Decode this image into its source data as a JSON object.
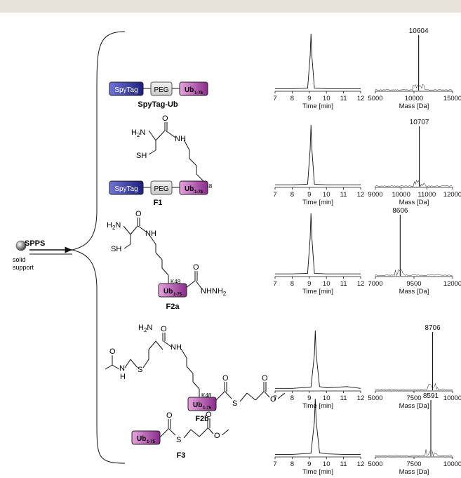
{
  "start": {
    "label": "SPPS",
    "support_line1": "solid",
    "support_line2": "support"
  },
  "tag": {
    "spytag": "SpyTag",
    "peg": "PEG",
    "ub": "Ub",
    "ub_sub_76": "1-76",
    "ub_sub_75": "1-75"
  },
  "chem": {
    "h2n": "H2N",
    "nh": "NH",
    "n": "N",
    "h": "H",
    "sh": "SH",
    "s": "S",
    "o": "O",
    "k48": "K48",
    "nhnh2": "NHNH2"
  },
  "compounds": [
    {
      "label": "SpyTag-Ub"
    },
    {
      "label": "F1"
    },
    {
      "label": "F2a"
    },
    {
      "label": "F2b"
    },
    {
      "label": "F3"
    }
  ],
  "lc_axis_label": "Time [min]",
  "ms_axis_label": "Mass [Da]",
  "lc_ticks": [
    "7",
    "8",
    "9",
    "10",
    "11",
    "12"
  ],
  "ms_ticks": [
    [
      "5000",
      "10000",
      "15000"
    ],
    [
      "9000",
      "10000",
      "11000",
      "12000"
    ],
    [
      "7000",
      "9500",
      "12000"
    ],
    [
      "5000",
      "7500",
      "10000"
    ],
    [
      "5000",
      "7500",
      "10000"
    ]
  ],
  "ms_peaks": [
    "10604",
    "10707",
    "8606",
    "8706",
    "8591"
  ],
  "colors": {
    "spytag_fill": "#3a3ca0",
    "peg_fill": "#d9d9d9",
    "ub_fill": "#b04aa8",
    "ink": "#111111",
    "topbar": "#e8e3d8"
  },
  "chart_data": [
    {
      "type": "line",
      "title": "",
      "xlabel": "Time [min]",
      "ylabel": "",
      "xlim": [
        7,
        12
      ],
      "series": [
        {
          "x": [
            7,
            8,
            8.9,
            9.05,
            9.1,
            9.15,
            9.3,
            10,
            11,
            12
          ],
          "y": [
            0.02,
            0.02,
            0.03,
            0.6,
            1.0,
            0.6,
            0.03,
            0.02,
            0.02,
            0.02
          ]
        }
      ]
    },
    {
      "type": "line",
      "title": "",
      "xlabel": "Mass [Da]",
      "ylabel": "",
      "xlim": [
        5000,
        15000
      ],
      "series": [
        {
          "x": [
            5000,
            10604,
            15000
          ],
          "y": [
            0.01,
            1.0,
            0.01
          ]
        }
      ],
      "annotations": [
        "10604"
      ]
    },
    {
      "type": "line",
      "title": "",
      "xlabel": "Time [min]",
      "ylabel": "",
      "xlim": [
        7,
        12
      ],
      "series": [
        {
          "x": [
            7,
            8,
            8.9,
            9.05,
            9.1,
            9.15,
            9.3,
            10,
            11,
            12
          ],
          "y": [
            0.02,
            0.02,
            0.03,
            0.6,
            1.0,
            0.6,
            0.03,
            0.02,
            0.02,
            0.02
          ]
        }
      ]
    },
    {
      "type": "line",
      "title": "",
      "xlabel": "Mass [Da]",
      "ylabel": "",
      "xlim": [
        9000,
        12000
      ],
      "series": [
        {
          "x": [
            9000,
            10707,
            12000
          ],
          "y": [
            0.01,
            1.0,
            0.01
          ]
        }
      ],
      "annotations": [
        "10707"
      ]
    },
    {
      "type": "line",
      "title": "",
      "xlabel": "Time [min]",
      "ylabel": "",
      "xlim": [
        7,
        12
      ],
      "series": [
        {
          "x": [
            7,
            8,
            8.9,
            9.05,
            9.1,
            9.15,
            9.3,
            10,
            11,
            12
          ],
          "y": [
            0.02,
            0.02,
            0.03,
            0.6,
            1.0,
            0.6,
            0.03,
            0.02,
            0.02,
            0.02
          ]
        }
      ]
    },
    {
      "type": "line",
      "title": "",
      "xlabel": "Mass [Da]",
      "ylabel": "",
      "xlim": [
        7000,
        12000
      ],
      "series": [
        {
          "x": [
            7000,
            8606,
            12000
          ],
          "y": [
            0.01,
            1.0,
            0.01
          ]
        }
      ],
      "annotations": [
        "8606"
      ]
    },
    {
      "type": "line",
      "title": "",
      "xlabel": "Time [min]",
      "ylabel": "",
      "xlim": [
        7,
        12
      ],
      "series": [
        {
          "x": [
            7,
            8,
            9.1,
            9.3,
            9.35,
            9.4,
            9.6,
            10,
            11.2,
            12
          ],
          "y": [
            0.02,
            0.02,
            0.04,
            0.6,
            1.0,
            0.6,
            0.05,
            0.03,
            0.05,
            0.02
          ]
        }
      ]
    },
    {
      "type": "line",
      "title": "",
      "xlabel": "Mass [Da]",
      "ylabel": "",
      "xlim": [
        5000,
        10000
      ],
      "series": [
        {
          "x": [
            5000,
            8706,
            10000
          ],
          "y": [
            0.01,
            1.0,
            0.01
          ]
        }
      ],
      "annotations": [
        "8706"
      ]
    },
    {
      "type": "line",
      "title": "",
      "xlabel": "Time [min]",
      "ylabel": "",
      "xlim": [
        7,
        12
      ],
      "series": [
        {
          "x": [
            7,
            8,
            9.1,
            9.3,
            9.35,
            9.4,
            9.6,
            10,
            11,
            12
          ],
          "y": [
            0.02,
            0.02,
            0.04,
            0.6,
            1.0,
            0.6,
            0.05,
            0.03,
            0.02,
            0.02
          ]
        }
      ]
    },
    {
      "type": "line",
      "title": "",
      "xlabel": "Mass [Da]",
      "ylabel": "",
      "xlim": [
        5000,
        10000
      ],
      "series": [
        {
          "x": [
            5000,
            8591,
            10000
          ],
          "y": [
            0.01,
            1.0,
            0.01
          ]
        }
      ],
      "annotations": [
        "8591"
      ]
    }
  ]
}
